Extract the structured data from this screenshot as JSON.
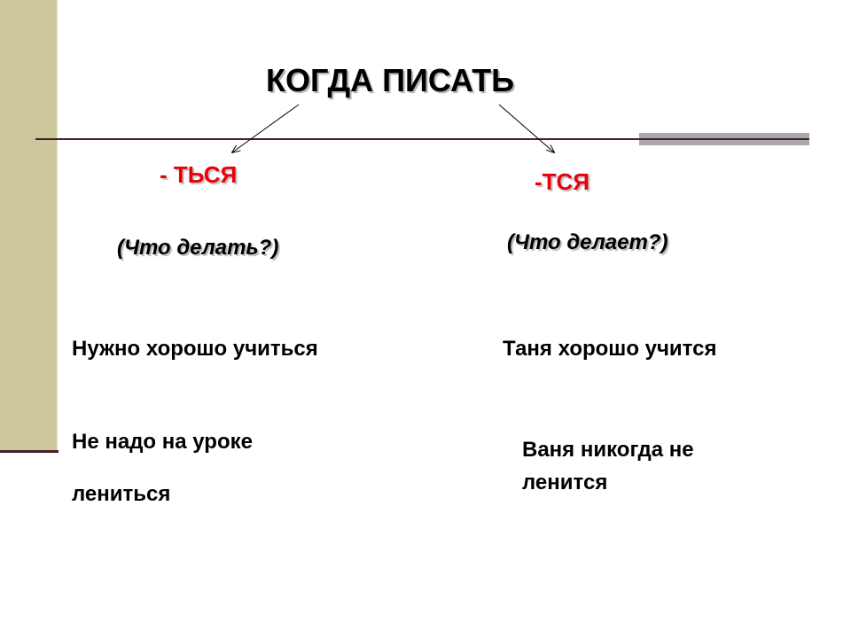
{
  "title": "КОГДА ПИСАТЬ",
  "left": {
    "suffix": "- ТЬСЯ",
    "question": "(Что делать?)",
    "example1": "Нужно хорошо учиться",
    "example2_line1": "Не надо на уроке",
    "example2_line2": "лениться"
  },
  "right": {
    "suffix": "-ТСЯ",
    "question": "(Что делает?)",
    "example1": "Таня хорошо учится",
    "example2_line1": "Ваня никогда не",
    "example2_line2": "ленится"
  },
  "colors": {
    "sidebar": "#cbc79b",
    "rule": "#4a1c2f",
    "accent_red": "#e8000b",
    "gray_bar": "#a8a8ad"
  }
}
